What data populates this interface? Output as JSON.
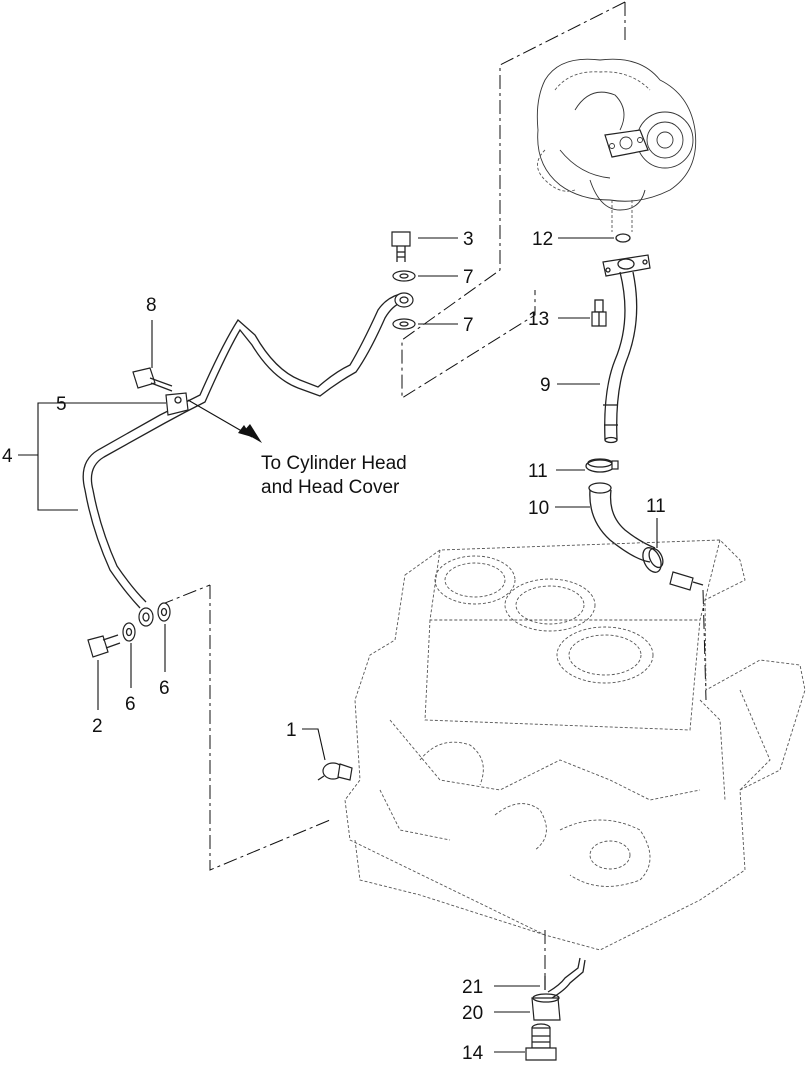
{
  "callouts": {
    "c1": "1",
    "c2": "2",
    "c3": "3",
    "c4": "4",
    "c5": "5",
    "c6a": "6",
    "c6b": "6",
    "c7a": "7",
    "c7b": "7",
    "c8": "8",
    "c9": "9",
    "c10": "10",
    "c11a": "11",
    "c11b": "11",
    "c12": "12",
    "c13": "13",
    "c14": "14",
    "c20": "20",
    "c21": "21"
  },
  "note": {
    "line1": "To Cylinder Head",
    "line2": "and Head Cover"
  },
  "colors": {
    "ink": "#111111",
    "background": "#ffffff"
  }
}
